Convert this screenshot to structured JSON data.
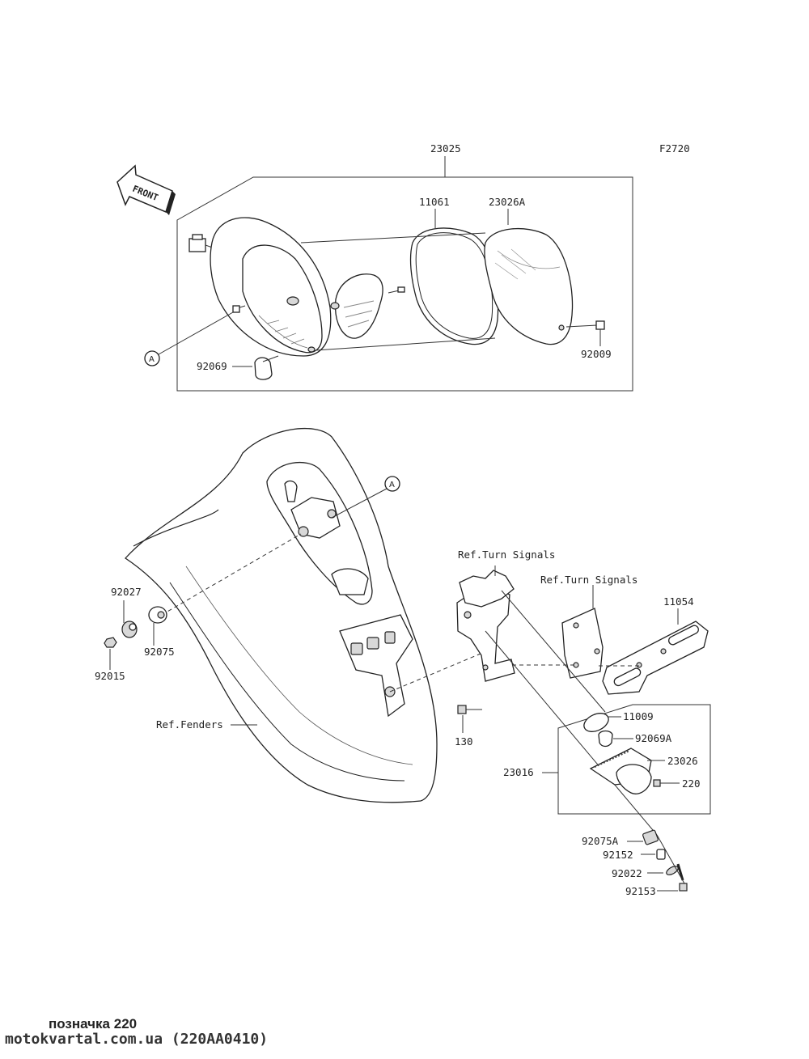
{
  "figure_code": "F2720",
  "front_label": "FRONT",
  "callouts": {
    "ref_a_top": "A",
    "ref_a_bottom": "A"
  },
  "part_labels": {
    "p23025": "23025",
    "p11061": "11061",
    "p23026a": "23026A",
    "p92069": "92069",
    "p92009": "92009",
    "p92027": "92027",
    "p92075": "92075",
    "p92015": "92015",
    "p11054": "11054",
    "p11009": "11009",
    "p92069a": "92069A",
    "p23026": "23026",
    "p220": "220",
    "p23016": "23016",
    "p130": "130",
    "p92075a": "92075A",
    "p92152": "92152",
    "p92022": "92022",
    "p92153": "92153"
  },
  "references": {
    "turn_signals_1": "Ref.Turn Signals",
    "turn_signals_2": "Ref.Turn Signals",
    "fenders": "Ref.Fenders"
  },
  "footer": {
    "note": "позначка 220",
    "site": "motokvartal.com.ua (220AA0410)"
  }
}
